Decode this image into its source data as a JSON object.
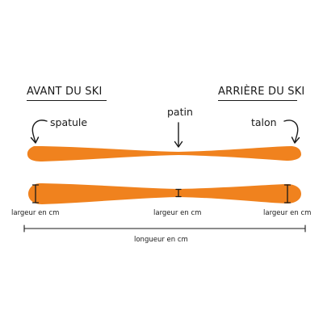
{
  "headers": {
    "front": "AVANT DU SKI",
    "back": "ARRIÈRE DU SKI"
  },
  "parts": {
    "tip": "spatule",
    "waist": "patin",
    "tail": "talon"
  },
  "measurements": {
    "width_front": "largeur en cm",
    "width_waist": "largeur en cm",
    "width_tail": "largeur en cm",
    "length": "longueur en cm"
  },
  "colors": {
    "ski_fill": "#f0821e",
    "ink": "#1a1a1a"
  }
}
